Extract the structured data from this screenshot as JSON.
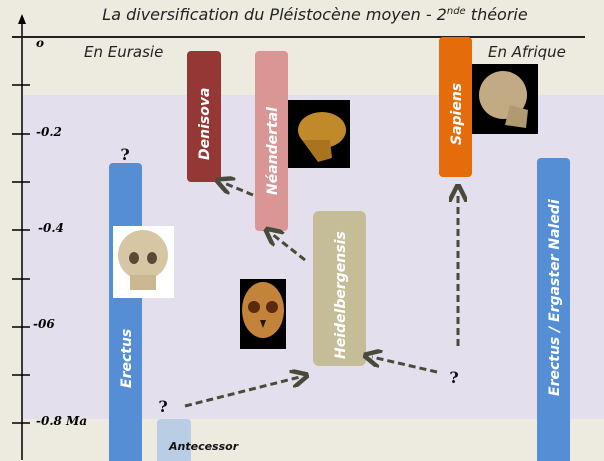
{
  "title_main": "La diversification du Pléistocène moyen - 2",
  "title_sup": "nde",
  "title_end": " théorie",
  "region_eurasia": "En Eurasie",
  "region_africa": "En  Afrique",
  "axis_labels": [
    "o",
    "-0.2",
    "-0.4",
    "-06",
    "-0.8 Ma"
  ],
  "species": {
    "denisova": "Denisova",
    "neandertal": "Néandertal",
    "sapiens": "Sapiens",
    "erectus": "Erectus",
    "naledi": "Erectus / Ergaster Naledi",
    "heidelbergensis": "Heidelbergensis",
    "antecessor": "Antecessor"
  },
  "question_mark": "?",
  "colors": {
    "denisova": "#953735",
    "neandertal": "#d99694",
    "sapiens": "#e46c0a",
    "erectus": "#558ed5",
    "heidelbergensis": "#c4bd97",
    "antecessor": "#b9cde5",
    "band": "#e4dfec"
  }
}
